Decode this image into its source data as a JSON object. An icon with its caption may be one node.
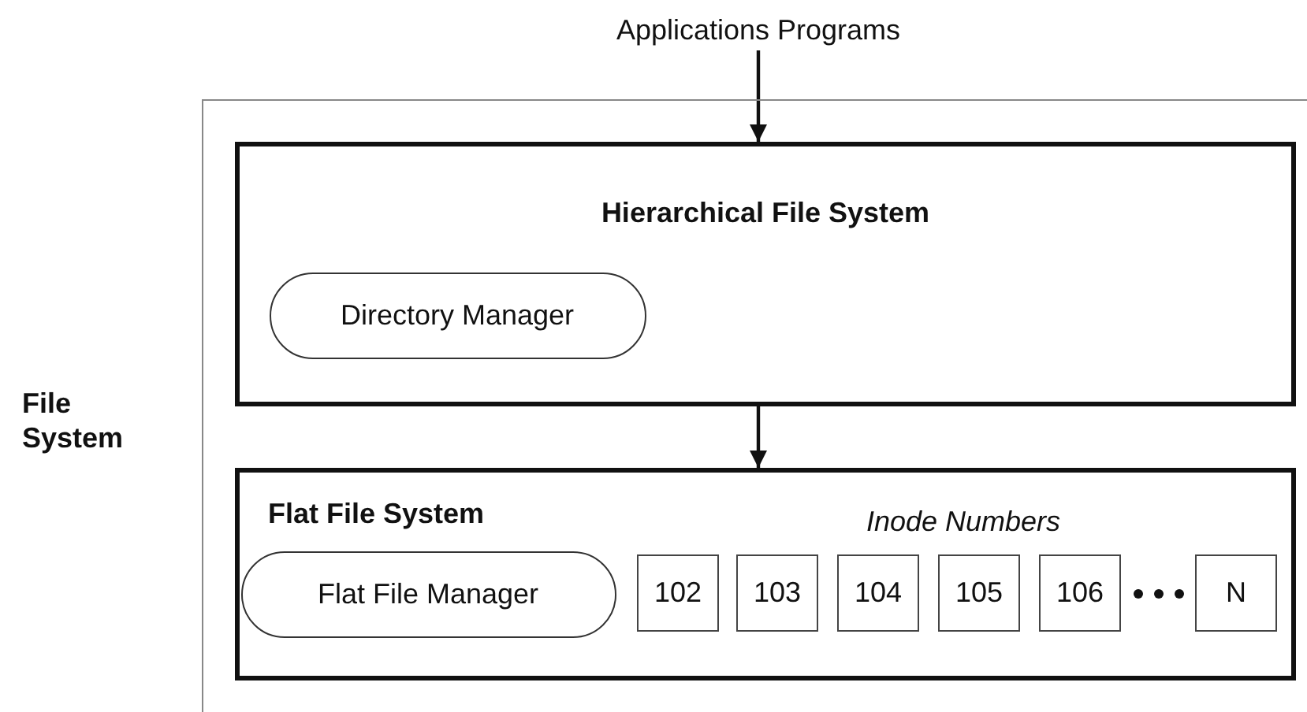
{
  "diagram": {
    "nodes": [
      {
        "text": [
          "File System"
        ]
      },
      {
        "text": [
          "Applications Programs"
        ]
      },
      {
        "text": [
          "Hierarchical File System"
        ],
        "in": 0
      },
      {
        "text": [
          "Directory Manager"
        ],
        "in": 2
      },
      {
        "text": [
          "Flat File System",
          "Inode Numbers"
        ],
        "in": 0
      },
      {
        "text": [
          "Flat File Manager"
        ],
        "in": 4
      },
      {
        "text": [
          "102"
        ],
        "in": 4
      },
      {
        "text": [
          "103"
        ],
        "in": 4
      },
      {
        "text": [
          "104"
        ],
        "in": 4
      },
      {
        "text": [
          "105"
        ],
        "in": 4
      },
      {
        "text": [
          "106"
        ],
        "in": 4
      },
      {
        "text": [
          "N"
        ],
        "in": 4
      }
    ],
    "edges": [
      {
        "from": 1,
        "to": 2,
        "arrow": "to"
      },
      {
        "from": 2,
        "to": 4,
        "arrow": "to"
      }
    ]
  }
}
